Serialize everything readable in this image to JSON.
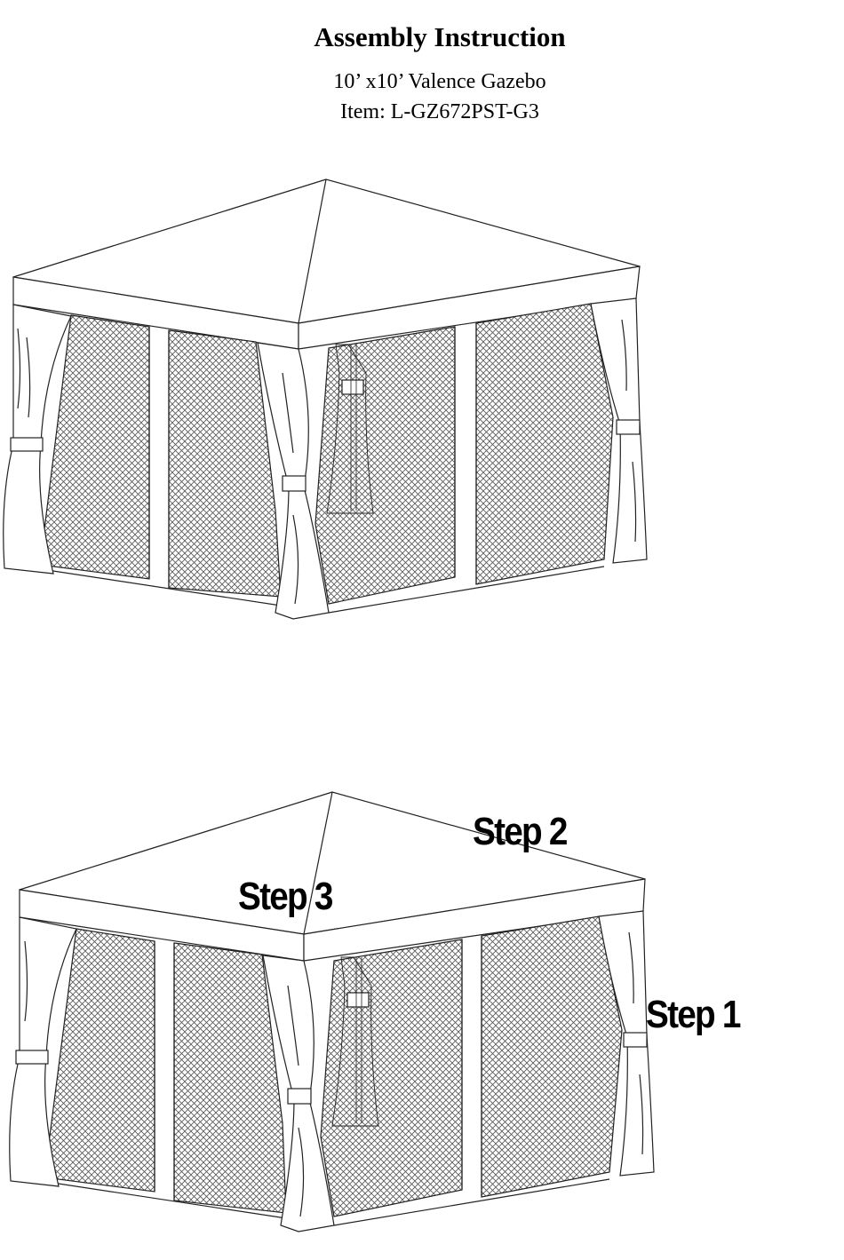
{
  "header": {
    "title": "Assembly Instruction",
    "product": "10’ x10’ Valence Gazebo",
    "item": "Item: L-GZ672PST-G3"
  },
  "figures": [
    {
      "name": "gazebo-overview",
      "labels": []
    },
    {
      "name": "gazebo-steps",
      "labels": [
        "Step 2",
        "Step 3",
        "Step 1"
      ]
    }
  ],
  "steps": {
    "step1": "Step 1",
    "step2": "Step 2",
    "step3": "Step 3"
  }
}
